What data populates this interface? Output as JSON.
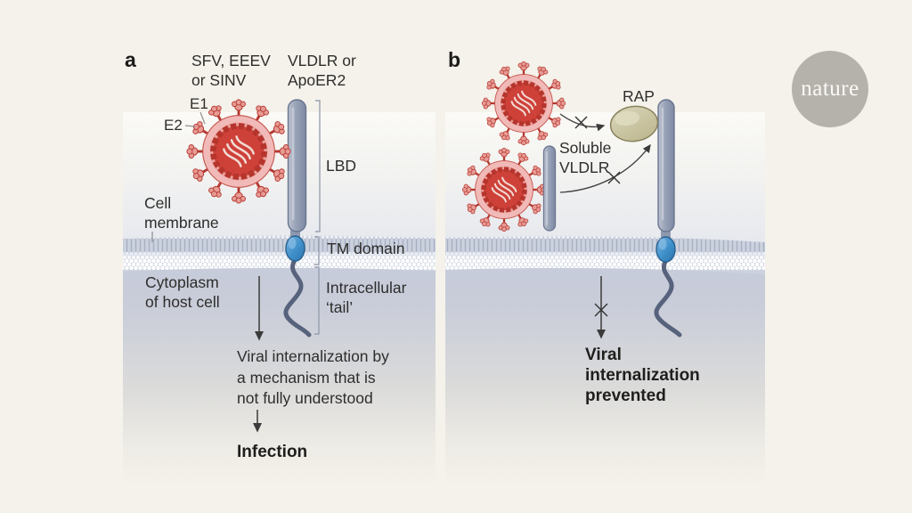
{
  "page": {
    "bg": "#f4f2ea"
  },
  "brand": {
    "name": "nature",
    "circle_color": "#b5b2ac"
  },
  "colors": {
    "virus_core": "#ce4139",
    "virus_halo": "#f1bab8",
    "receptor_pill": "#98a2b7",
    "tm_domain": "#3e8fca",
    "intracellular_tail": "#57627c",
    "rap_protein": "#c8c29e",
    "membrane": "#ccd2de",
    "arrow": "#3b3b3b"
  },
  "panel_a": {
    "label": "a",
    "virus_names": "SFV, EEEV\nor SINV",
    "receptor_names": "VLDLR or\nApoER2",
    "glycoprotein_e1": "E1",
    "glycoprotein_e2": "E2",
    "lbd_label": "LBD",
    "cell_membrane_label": "Cell\nmembrane",
    "tm_domain_label": "TM domain",
    "cytoplasm_label": "Cytoplasm\nof host cell",
    "tail_label": "Intracellular\n‘tail’",
    "mechanism_note": "Viral internalization by\na mechanism that is\nnot fully understood",
    "outcome": "Infection"
  },
  "panel_b": {
    "label": "b",
    "rap_label": "RAP",
    "soluble_label": "Soluble\nVLDLR",
    "outcome": "Viral\ninternalization\nprevented"
  }
}
